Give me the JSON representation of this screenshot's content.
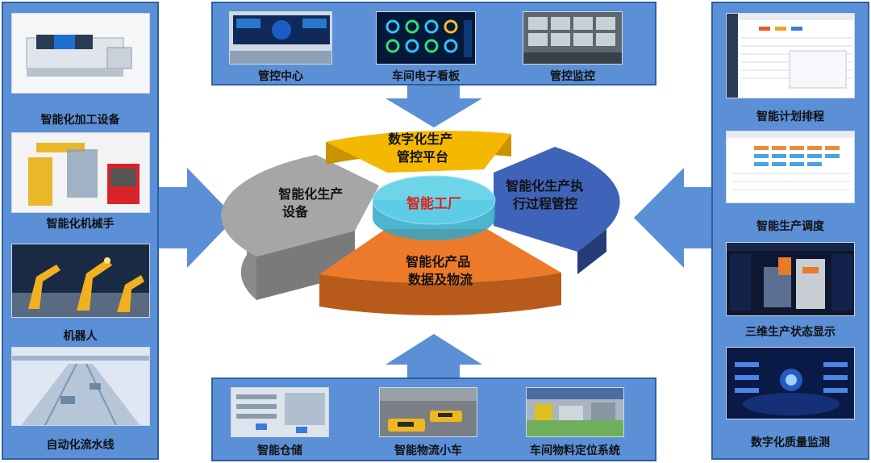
{
  "left_panel": {
    "items": [
      {
        "label": "智能化加工设备",
        "icon": "laser-machine"
      },
      {
        "label": "智能化机械手",
        "icon": "robot-arm-cell"
      },
      {
        "label": "机器人",
        "icon": "welding-robots"
      },
      {
        "label": "自动化流水线",
        "icon": "conveyor-line"
      }
    ]
  },
  "right_panel": {
    "items": [
      {
        "label": "智能计划排程",
        "icon": "schedule-software"
      },
      {
        "label": "智能生产调度",
        "icon": "dispatch-gantt"
      },
      {
        "label": "三维生产状态显示",
        "icon": "3d-factory-view"
      },
      {
        "label": "数字化质量监测",
        "icon": "quality-dashboard"
      }
    ]
  },
  "top_panel": {
    "items": [
      {
        "label": "管控中心",
        "icon": "control-room"
      },
      {
        "label": "车间电子看板",
        "icon": "dashboard-screen"
      },
      {
        "label": "管控监控",
        "icon": "monitor-wall"
      }
    ]
  },
  "bottom_panel": {
    "items": [
      {
        "label": "智能仓储",
        "icon": "warehouse"
      },
      {
        "label": "智能物流小车",
        "icon": "agv-carts"
      },
      {
        "label": "车间物料定位系统",
        "icon": "workshop-floor"
      }
    ]
  },
  "pie": {
    "center": "智能工厂",
    "segments": [
      {
        "lines": [
          "数字化生产",
          "管控平台"
        ],
        "color": "#f5b800"
      },
      {
        "lines": [
          "智能化生产执",
          "行过程管控"
        ],
        "color": "#3e63b8"
      },
      {
        "lines": [
          "智能化产品",
          "数据及物流"
        ],
        "color": "#ec7a2a"
      },
      {
        "lines": [
          "智能化生产",
          "设备"
        ],
        "color": "#a6a6a6"
      }
    ]
  },
  "colors": {
    "panel": "#5b8fd6",
    "panel_border": "#2f5fa6",
    "arrow": "#5b8fd6",
    "center_text": "#e0201a"
  }
}
